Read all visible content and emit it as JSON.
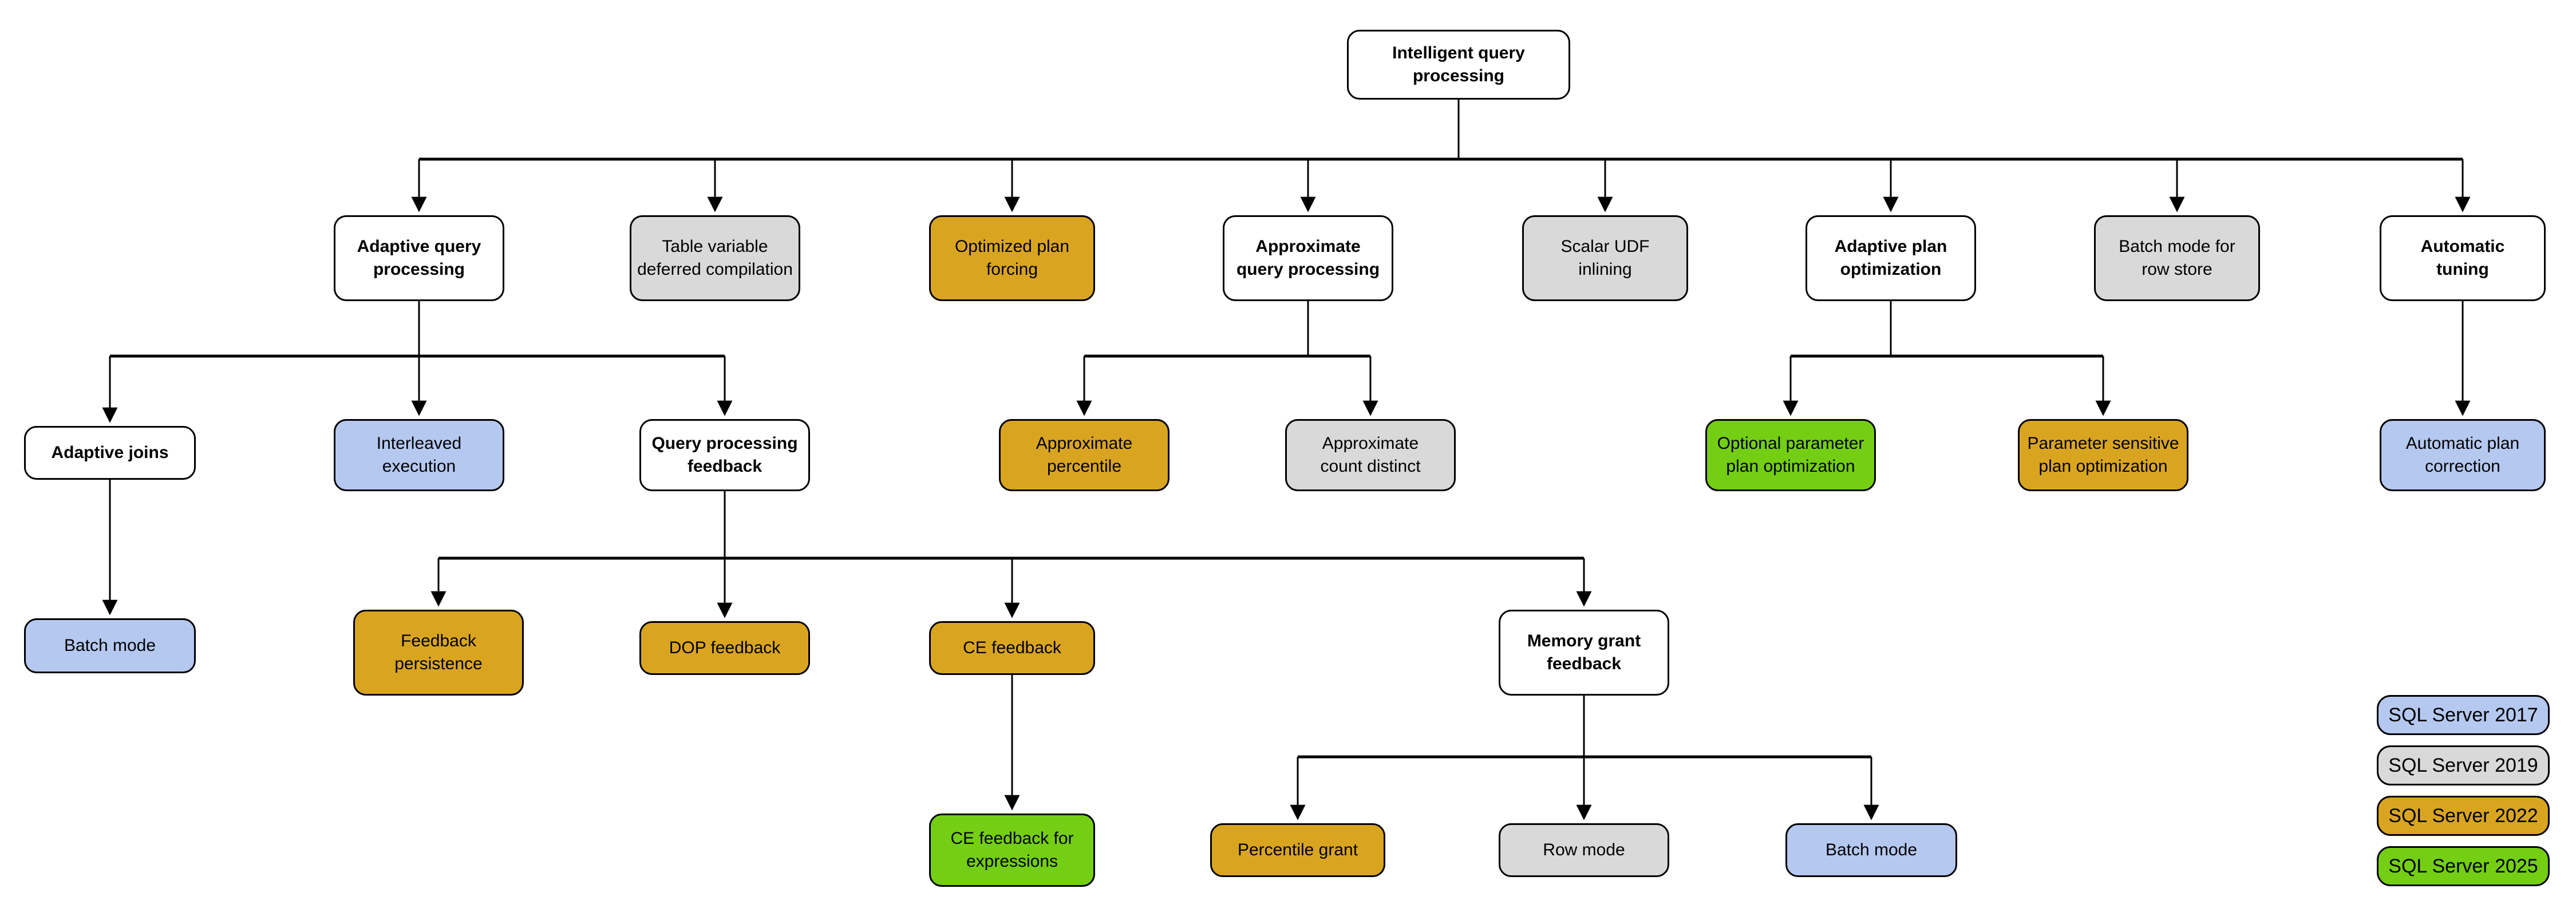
{
  "colors": {
    "2017": "#b5c8f0",
    "2019": "#d9d9d9",
    "2022": "#d9a521",
    "2025": "#74ce14",
    "base": "#ffffff",
    "line": "#000000"
  },
  "nodes": [
    {
      "id": "root",
      "label": "Intelligent query\nprocessing",
      "version": "base"
    },
    {
      "id": "aqp",
      "label": "Adaptive query\nprocessing",
      "version": "base"
    },
    {
      "id": "tvdc",
      "label": "Table variable\ndeferred compilation",
      "version": "2019"
    },
    {
      "id": "opf",
      "label": "Optimized plan\nforcing",
      "version": "2022"
    },
    {
      "id": "apq",
      "label": "Approximate\nquery processing",
      "version": "base"
    },
    {
      "id": "sudf",
      "label": "Scalar UDF\ninlining",
      "version": "2019"
    },
    {
      "id": "apo",
      "label": "Adaptive plan\noptimization",
      "version": "base"
    },
    {
      "id": "bmrs",
      "label": "Batch mode for\nrow store",
      "version": "2019"
    },
    {
      "id": "atun",
      "label": "Automatic\ntuning",
      "version": "base"
    },
    {
      "id": "aj",
      "label": "Adaptive joins",
      "version": "base"
    },
    {
      "id": "ie",
      "label": "Interleaved\nexecution",
      "version": "2017"
    },
    {
      "id": "qpf",
      "label": "Query processing\nfeedback",
      "version": "base"
    },
    {
      "id": "aper",
      "label": "Approximate\npercentile",
      "version": "2022"
    },
    {
      "id": "acd",
      "label": "Approximate\ncount distinct",
      "version": "2019"
    },
    {
      "id": "oppo",
      "label": "Optional parameter\nplan optimization",
      "version": "2025"
    },
    {
      "id": "pspo",
      "label": "Parameter sensitive\nplan optimization",
      "version": "2022"
    },
    {
      "id": "apc",
      "label": "Automatic plan\ncorrection",
      "version": "2017"
    },
    {
      "id": "bm1",
      "label": "Batch mode",
      "version": "2017"
    },
    {
      "id": "fp",
      "label": "Feedback\npersistence",
      "version": "2022"
    },
    {
      "id": "dop",
      "label": "DOP feedback",
      "version": "2022"
    },
    {
      "id": "cef",
      "label": "CE feedback",
      "version": "2022"
    },
    {
      "id": "mgf",
      "label": "Memory grant\nfeedback",
      "version": "base"
    },
    {
      "id": "cefe",
      "label": "CE feedback for\nexpressions",
      "version": "2025"
    },
    {
      "id": "pg",
      "label": "Percentile grant",
      "version": "2022"
    },
    {
      "id": "rm",
      "label": "Row mode",
      "version": "2019"
    },
    {
      "id": "bm2",
      "label": "Batch mode",
      "version": "2017"
    }
  ],
  "legend": [
    {
      "label": "SQL Server 2017",
      "version": "2017"
    },
    {
      "label": "SQL Server 2019",
      "version": "2019"
    },
    {
      "label": "SQL Server 2022",
      "version": "2022"
    },
    {
      "label": "SQL Server 2025",
      "version": "2025"
    }
  ]
}
